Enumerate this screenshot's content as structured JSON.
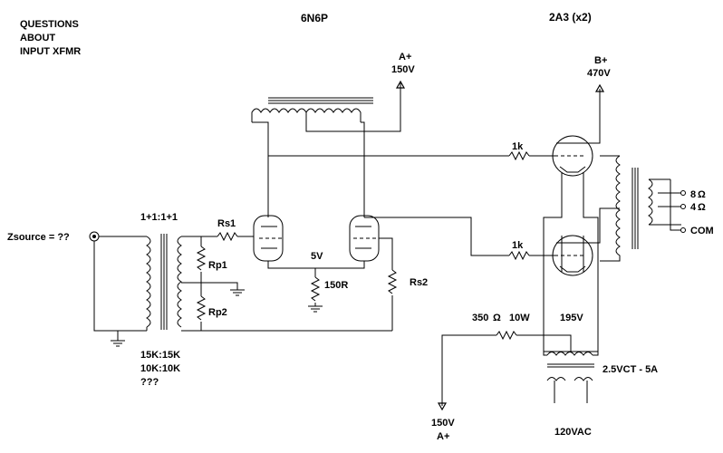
{
  "notes": {
    "line1": "QUESTIONS",
    "line2": "ABOUT",
    "line3": "INPUT XFMR"
  },
  "titles": {
    "driver_tube": "6N6P",
    "output_tube": "2A3 (x2)"
  },
  "supplies": {
    "a_plus_top": "A+",
    "a_plus_top_voltage": "150V",
    "b_plus": "B+",
    "b_plus_voltage": "470V",
    "a_plus_bottom_voltage": "150V",
    "a_plus_bottom": "A+"
  },
  "input": {
    "zsource": "Zsource = ??",
    "ratio": "1+1:1+1",
    "imp1": "15K:15K",
    "imp2": "10K:10K",
    "imp3": "???"
  },
  "components": {
    "rs1": "Rs1",
    "rp1": "Rp1",
    "rp2": "Rp2",
    "rs2": "Rs2",
    "cathode_v": "5V",
    "cathode_r": "150R",
    "grid_r_top": "1k",
    "grid_r_bottom": "1k",
    "dropper": "350",
    "dropper_power": "10W",
    "node_v": "195V",
    "heater_xfmr": "2.5VCT - 5A",
    "mains": "120VAC"
  },
  "output_taps": {
    "tap8": "8",
    "tap4": "4",
    "com": "COM"
  },
  "symbols": {
    "ohm": "Ω"
  }
}
